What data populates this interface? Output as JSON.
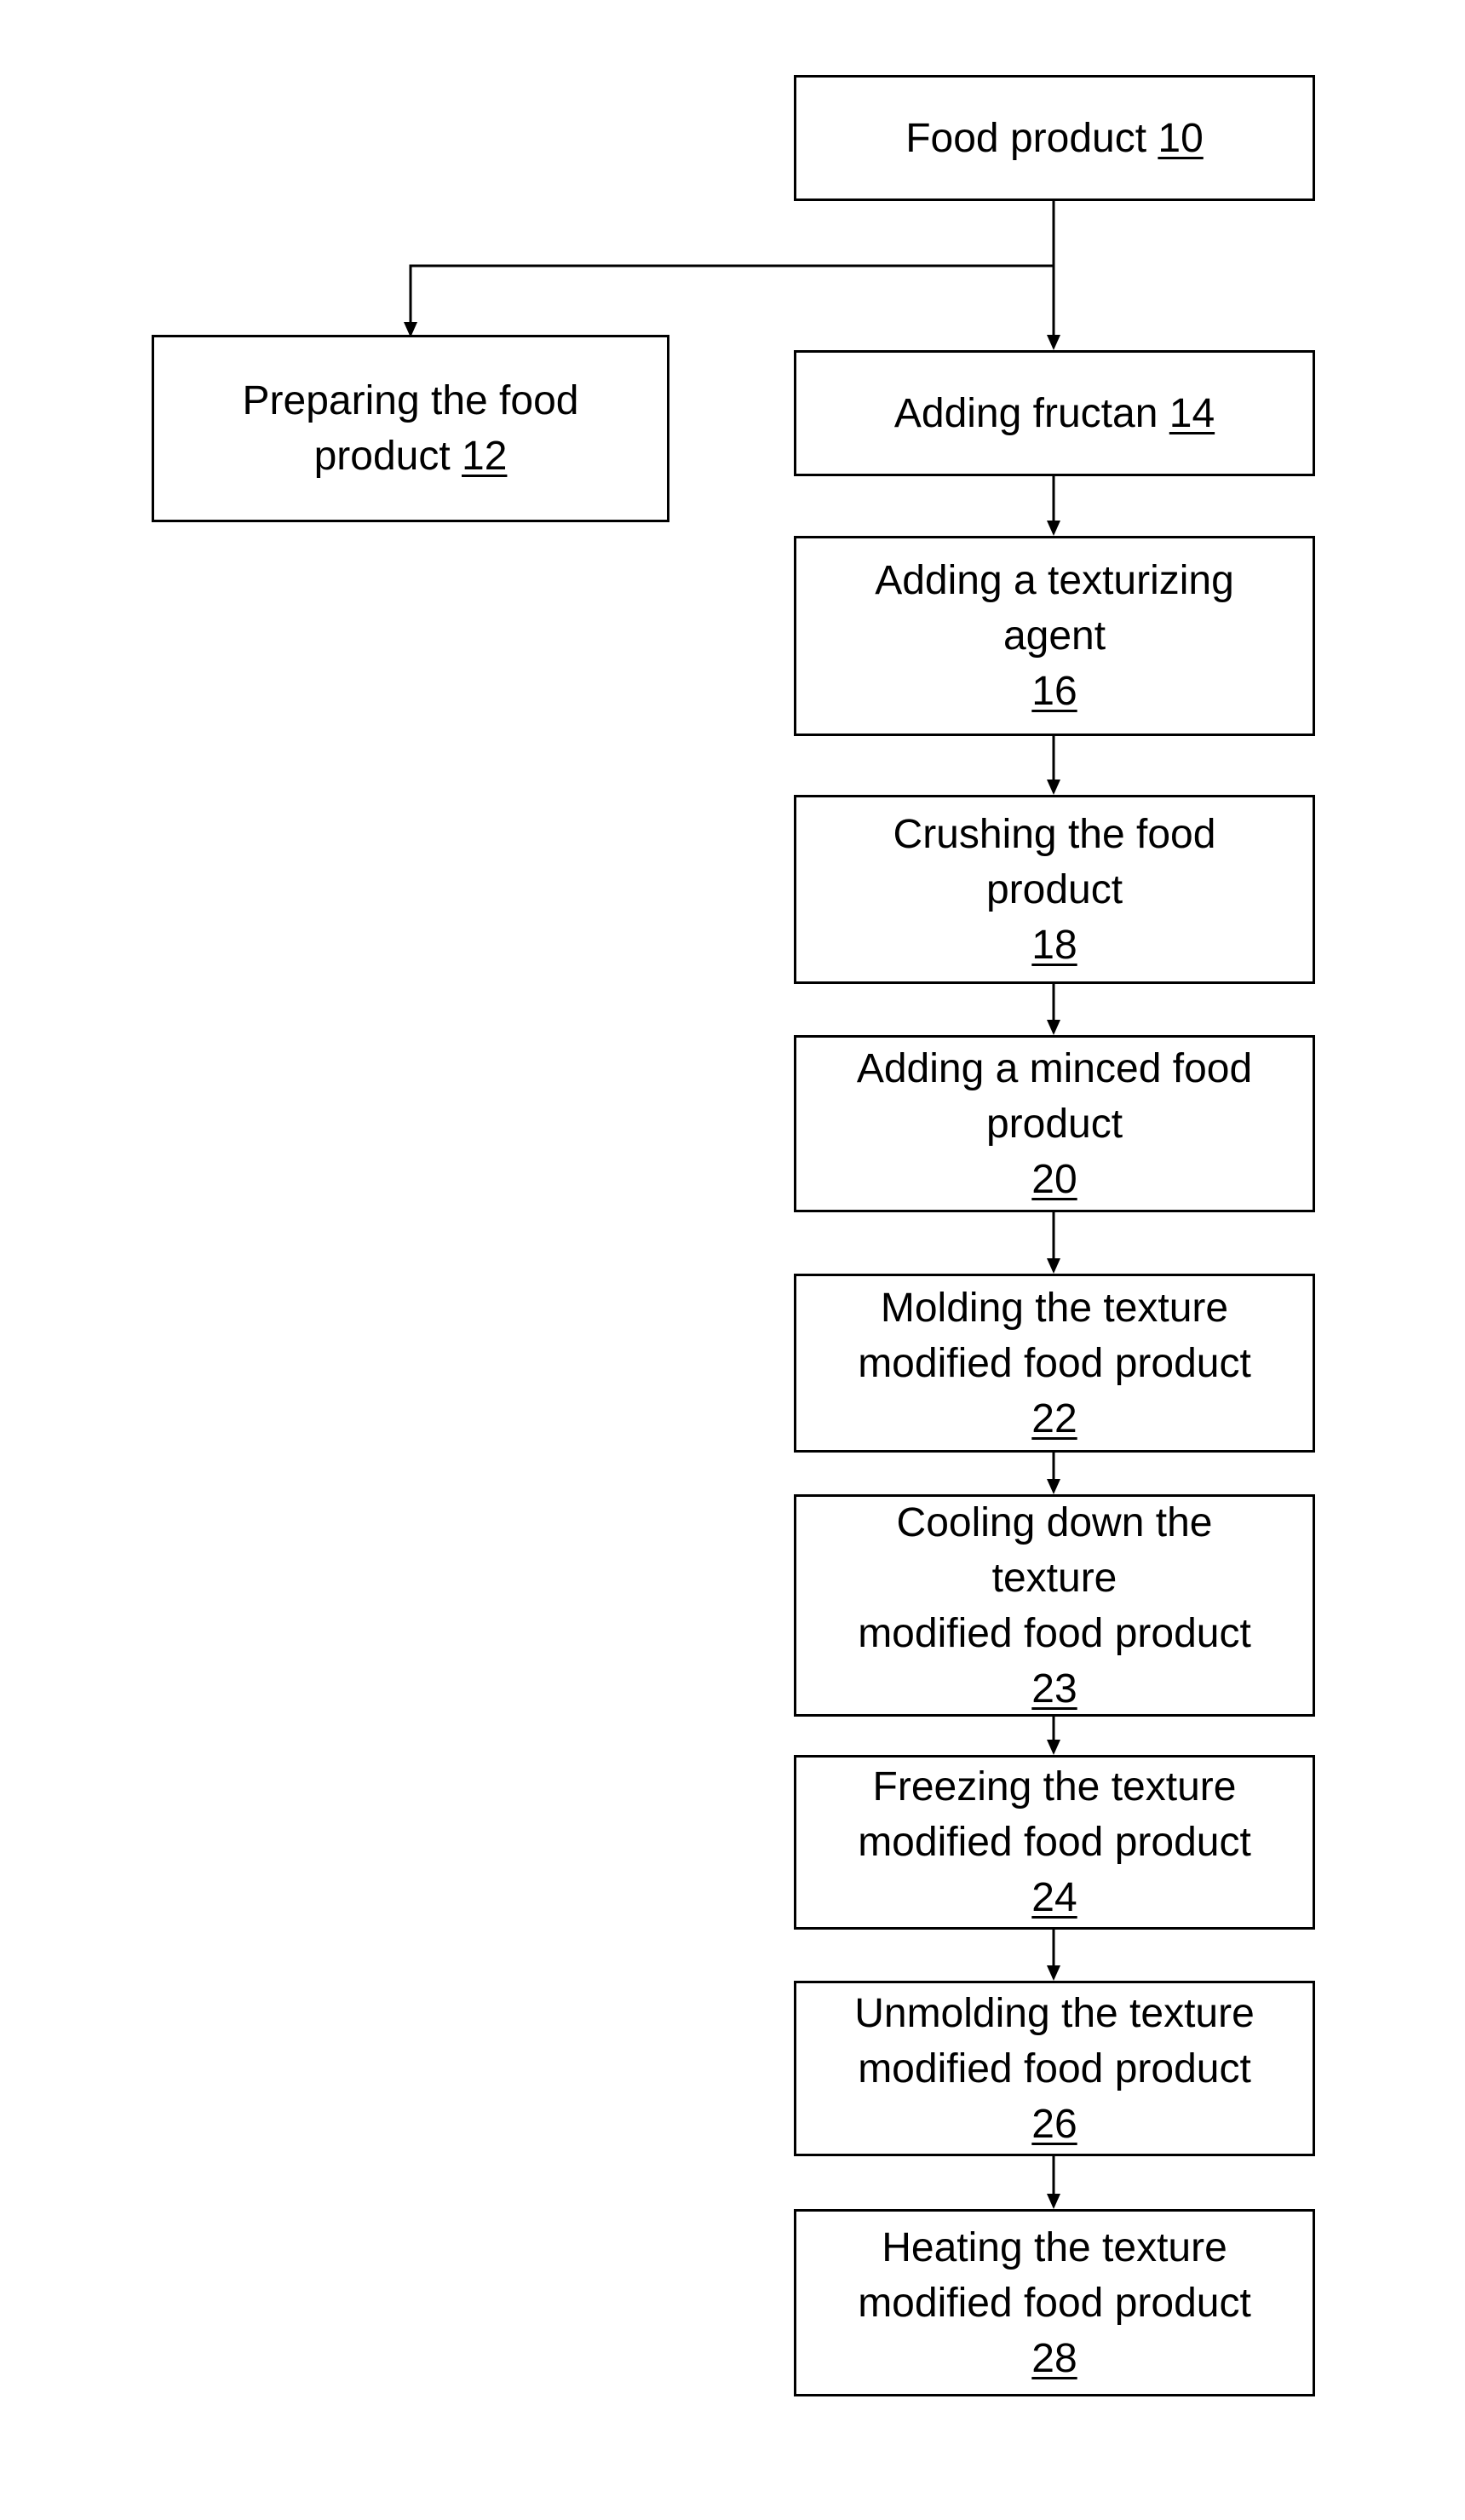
{
  "figure": {
    "steps": [
      {
        "id": "food-product",
        "text": "Food product",
        "ref": "10"
      },
      {
        "id": "preparing",
        "lines": [
          "Preparing the food",
          "product"
        ],
        "ref": "12"
      },
      {
        "id": "adding-fructan",
        "text": "Adding fructan",
        "ref": "14"
      },
      {
        "id": "texturizing",
        "lines": [
          "Adding a texturizing",
          "agent"
        ],
        "ref": "16"
      },
      {
        "id": "crushing",
        "lines": [
          "Crushing the food",
          "product"
        ],
        "ref": "18"
      },
      {
        "id": "minced",
        "lines": [
          "Adding a minced food",
          "product"
        ],
        "ref": "20"
      },
      {
        "id": "molding",
        "lines": [
          "Molding the texture",
          "modified food product"
        ],
        "ref": "22"
      },
      {
        "id": "cooling",
        "lines": [
          "Cooling down the",
          "texture",
          "modified food product"
        ],
        "ref": "23"
      },
      {
        "id": "freezing",
        "lines": [
          "Freezing the texture",
          "modified food product"
        ],
        "ref": "24"
      },
      {
        "id": "unmolding",
        "lines": [
          "Unmolding the texture",
          "modified food product"
        ],
        "ref": "26"
      },
      {
        "id": "heating",
        "lines": [
          "Heating the texture",
          "modified food product"
        ],
        "ref": "28"
      }
    ]
  }
}
